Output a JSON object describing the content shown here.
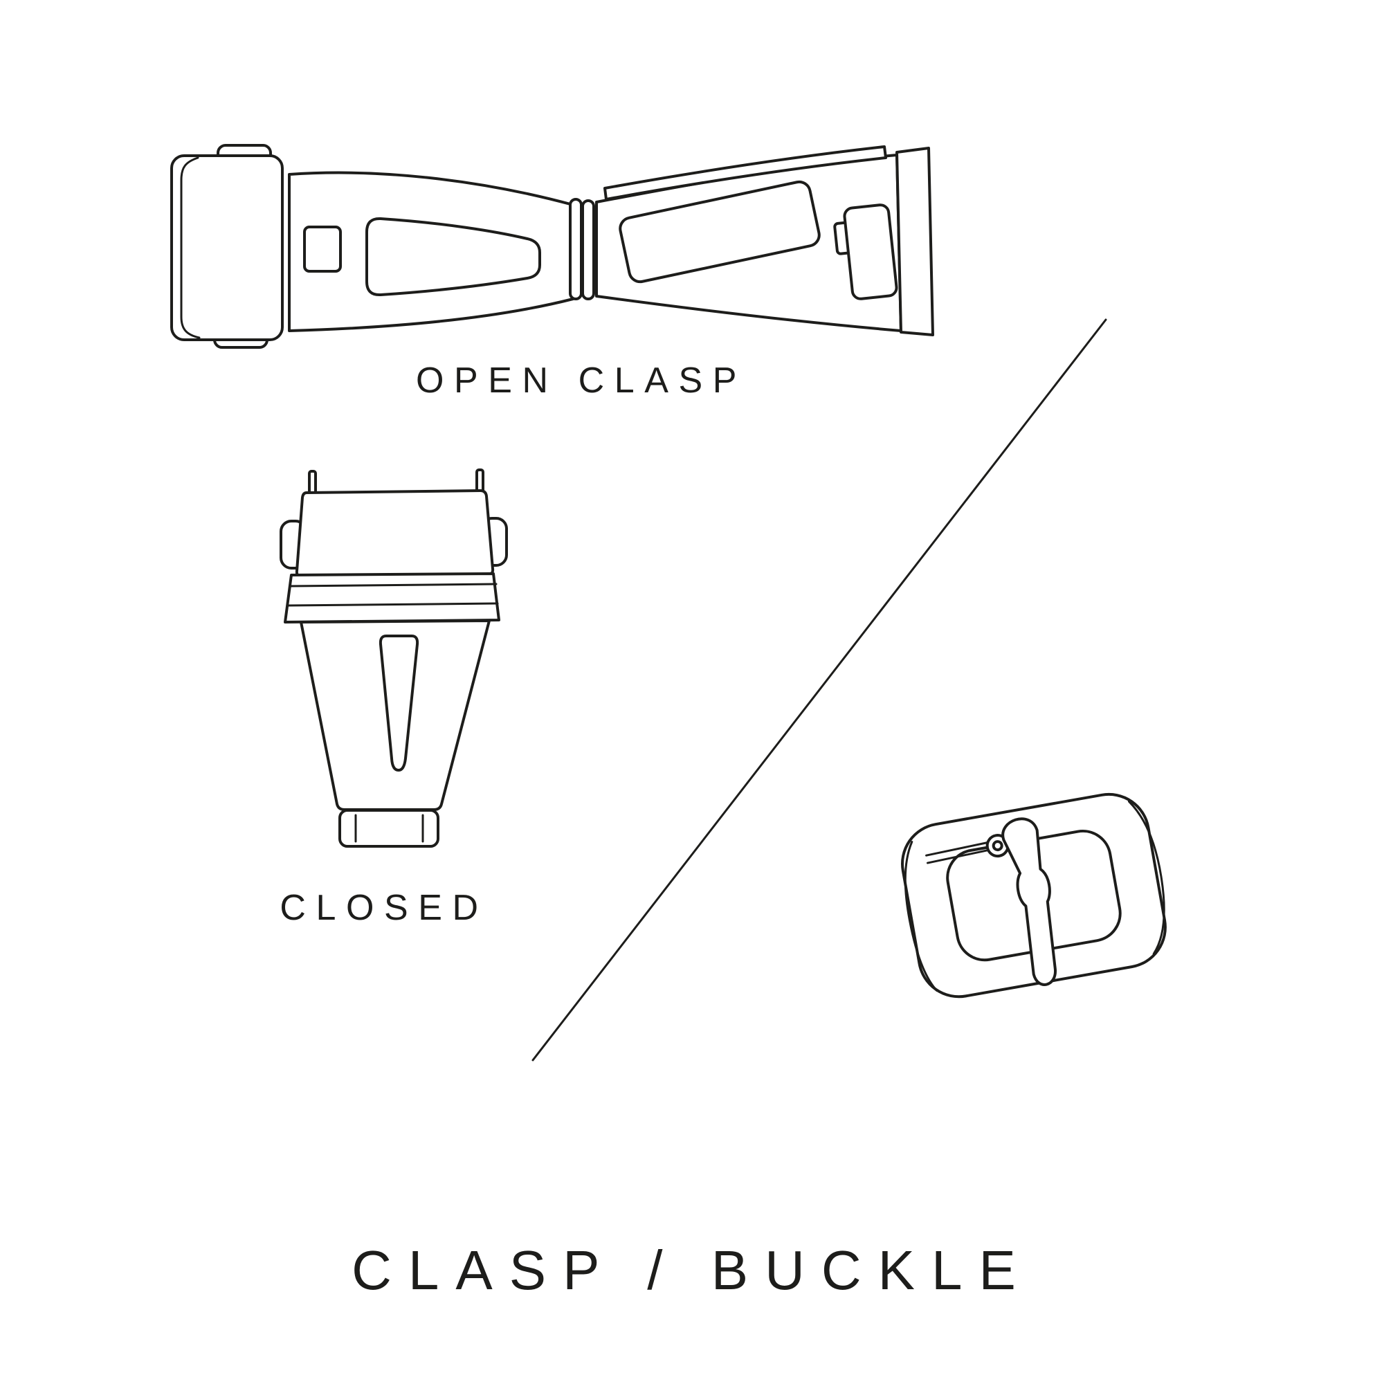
{
  "page": {
    "title": "CLASP / BUCKLE",
    "background": "#ffffff",
    "line_color": "#1d1d1b"
  },
  "labels": {
    "open_clasp": "OPEN CLASP",
    "closed": "CLOSED"
  },
  "illustrations": {
    "open_clasp": "open-deployant-clasp-drawing",
    "closed_clasp": "closed-clasp-drawing",
    "buckle": "tang-buckle-drawing",
    "divider": "diagonal-divider-line"
  }
}
